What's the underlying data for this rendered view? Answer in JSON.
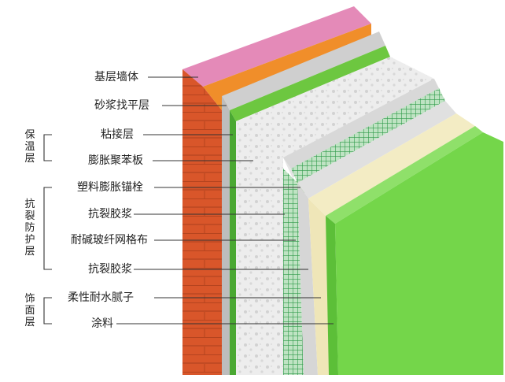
{
  "diagram": {
    "layers": [
      {
        "label": "基层墙体",
        "color": "#d9562a"
      },
      {
        "label": "砂浆找平层",
        "color": "#c9c9c9"
      },
      {
        "label": "粘接层",
        "color": "#5fbf3a"
      },
      {
        "label": "膨胀聚苯板",
        "color": "#ededed"
      },
      {
        "label": "塑料膨胀锚栓",
        "color": "#6dd04a"
      },
      {
        "label": "抗裂胶浆",
        "color": "#d6d6d6"
      },
      {
        "label": "耐碱玻纤网格布",
        "color": "#2f9a4a"
      },
      {
        "label": "抗裂胶浆",
        "color": "#dcdcdc"
      },
      {
        "label": "柔性耐水腻子",
        "color": "#efe6b8"
      },
      {
        "label": "涂料",
        "color": "#74d64a"
      }
    ],
    "groups": [
      {
        "label": "保温层"
      },
      {
        "label": "抗裂防护层"
      },
      {
        "label": "饰面层"
      }
    ]
  }
}
